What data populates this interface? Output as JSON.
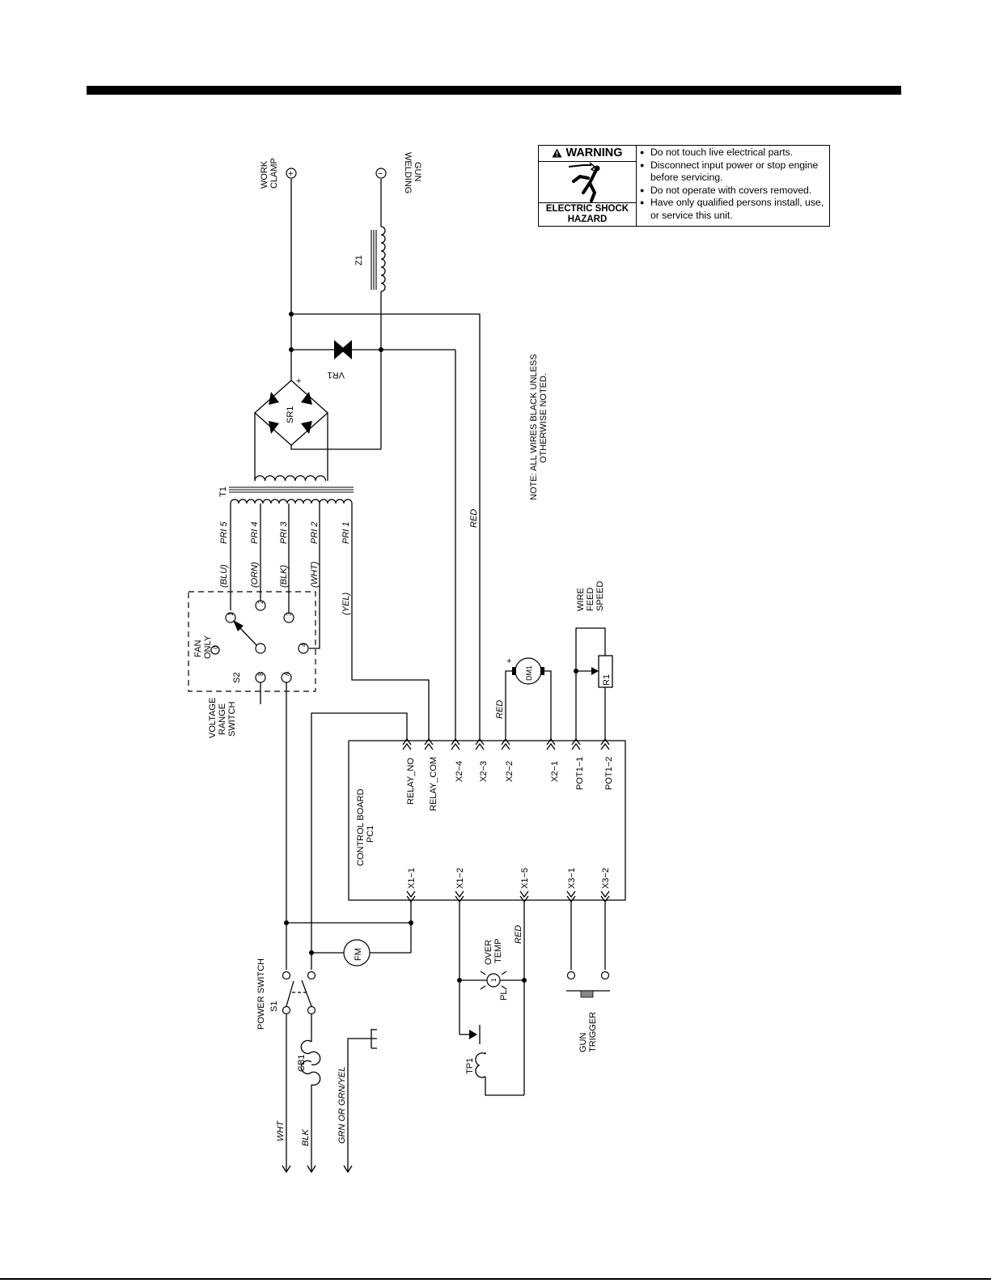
{
  "warning": {
    "title": "WARNING",
    "hazard": "ELECTRIC SHOCK HAZARD",
    "items": [
      "Do not touch live electrical parts.",
      "Disconnect input power or stop engine before servicing.",
      "Do not operate with covers removed.",
      "Have only qualified persons install, use, or service this unit."
    ]
  },
  "note": {
    "line1": "NOTE:  ALL  WIRES  BLACK  UNLESS",
    "line2": "OTHERWISE  NOTED."
  },
  "labels": {
    "work_clamp": [
      "WORK",
      "CLAMP"
    ],
    "welding_gun": [
      "WELDING",
      "GUN"
    ],
    "plus": "+",
    "minus": "−",
    "z1": "Z1",
    "vr1": "VR1",
    "sr1": "SR1",
    "t1": "T1",
    "fan_only": [
      "FAN",
      "ONLY"
    ],
    "s2": "S2",
    "voltage_range_switch": [
      "VOLTAGE",
      "RANGE",
      "SWITCH"
    ],
    "control_board": "CONTROL  BOARD",
    "pc1": "PC1",
    "dm1": "DM1",
    "r1": "R1",
    "wire_feed_speed": [
      "WIRE",
      "FEED",
      "SPEED"
    ],
    "fm": "FM",
    "power_switch": "POWER  SWITCH",
    "s1": "S1",
    "cb1": "CB1",
    "over_temp": [
      "OVER",
      "TEMP"
    ],
    "pl": "PL",
    "tp1": "TP1",
    "gun_trigger": [
      "GUN",
      "TRIGGER"
    ],
    "term_1": "1",
    "term_2": "2",
    "term_3": "3",
    "term_4": "4",
    "term_0": "0",
    "term_a": "A",
    "term_b": "B",
    "pl_num": "1"
  },
  "primaries": [
    {
      "pri": "PRI  5",
      "color": "(BLU)"
    },
    {
      "pri": "PRI  4",
      "color": "(ORN)"
    },
    {
      "pri": "PRI  3",
      "color": "(BLK)"
    },
    {
      "pri": "PRI  2",
      "color": "(WHT)"
    },
    {
      "pri": "PRI  1",
      "color": "(YEL)"
    }
  ],
  "wire_colors": {
    "red_x23": "RED",
    "red_x22": "RED",
    "red_x15": "RED",
    "wht": "WHT",
    "blk": "BLK",
    "grn": "GRN  OR  GRN/YEL"
  },
  "connectors_top": [
    "RELAY_NO",
    "RELAY_COM",
    "X2−4",
    "X2−3",
    "X2−2",
    "X2−1",
    "POT1−1",
    "POT1−2"
  ],
  "connectors_bottom": [
    "X1−1",
    "X1−2",
    "X1−5",
    "X3−1",
    "X3−2"
  ]
}
